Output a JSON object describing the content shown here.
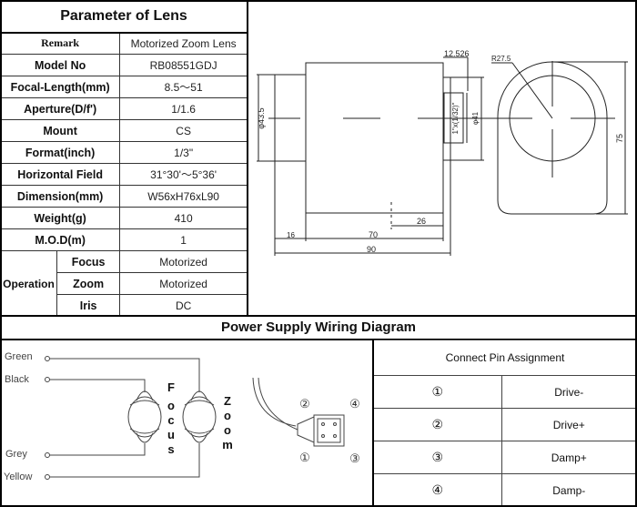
{
  "lens_table": {
    "title": "Parameter of Lens",
    "rows": [
      {
        "label": "Remark",
        "value": "Motorized Zoom Lens"
      },
      {
        "label": "Model No",
        "value": "RB08551GDJ"
      },
      {
        "label": "Focal-Length(mm)",
        "value": "8.5～51"
      },
      {
        "label": "Aperture(D/f')",
        "value": "1/1.6"
      },
      {
        "label": "Mount",
        "value": "CS"
      },
      {
        "label": "Format(inch)",
        "value": "1/3\""
      },
      {
        "label": "Horizontal Field",
        "value": "31°30'～5°36'"
      },
      {
        "label": "Dimension(mm)",
        "value": "W56xH76xL90"
      },
      {
        "label": "Weight(g)",
        "value": "410"
      },
      {
        "label": "M.O.D(m)",
        "value": "1"
      }
    ],
    "operation": {
      "label": "Operation",
      "items": [
        {
          "label": "Focus",
          "value": "Motorized"
        },
        {
          "label": "Zoom",
          "value": "Motorized"
        },
        {
          "label": "Iris",
          "value": "DC"
        }
      ]
    }
  },
  "drawing": {
    "dim_diameter_front": "φ43.5",
    "dim_diameter_mount": "φ41",
    "dim_thread": "1\"x(1/32)\"",
    "dim_flange": "12.526",
    "dim_radius": "R27.5",
    "dim_height": "75",
    "dim_26": "26",
    "dim_16": "16",
    "dim_70": "70",
    "dim_90": "90"
  },
  "wiring": {
    "title": "Power Supply Wiring Diagram",
    "wires": [
      "Green",
      "Black",
      "Grey",
      "Yellow"
    ],
    "focus_letters": [
      "F",
      "o",
      "c",
      "u",
      "s"
    ],
    "zoom_letters": [
      "Z",
      "o",
      "o",
      "m"
    ],
    "connector_pins": {
      "p1": "①",
      "p2": "②",
      "p3": "③",
      "p4": "④"
    }
  },
  "pin_table": {
    "title": "Connect Pin Assignment",
    "rows": [
      {
        "pin": "①",
        "signal": "Drive-"
      },
      {
        "pin": "②",
        "signal": "Drive+"
      },
      {
        "pin": "③",
        "signal": "Damp+"
      },
      {
        "pin": "④",
        "signal": "Damp-"
      }
    ]
  }
}
